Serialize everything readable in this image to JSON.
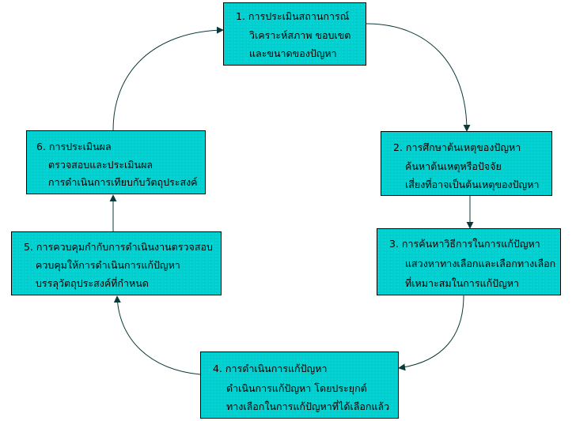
{
  "colors": {
    "box_fill": "#00cfcf",
    "box_border": "#000000",
    "arrow": "#0a3a3a"
  },
  "steps": [
    {
      "lines": [
        "1. การประเมินสถานการณ์",
        "วิเคราะห์สภาพ  ขอบเขต",
        "และขนาดของปัญหา"
      ]
    },
    {
      "lines": [
        "2. การศึกษาต้นเหตุของปัญหา",
        "ค้นหาต้นเหตุหรือปัจจัย",
        "เสี่ยงที่อาจเป็นต้นเหตุของปัญหา"
      ]
    },
    {
      "lines": [
        "3. การค้นหาวิธีการในการแก้ปัญหา",
        "แสวงหาทางเลือกและเลือกทางเลือก",
        "ที่เหมาะสมในการแก้ปัญหา"
      ]
    },
    {
      "lines": [
        "4. การดำเนินการแก้ปัญหา",
        "ดำเนินการแก้ปัญหา  โดยประยุกต์",
        "ทางเลือกในการแก้ปัญหาที่ได้เลือกแล้ว"
      ]
    },
    {
      "lines": [
        "5. การควบคุมกำกับการดำเนินงานตรวจสอบ",
        "ควบคุมให้การดำเนินการแก้ปัญหา",
        "บรรลุวัตถุประสงค์ที่กำหนด"
      ]
    },
    {
      "lines": [
        "6. การประเมินผล",
        "ตรวจสอบและประเมินผล",
        "การดำเนินการเทียบกับวัตถุประสงค์"
      ]
    }
  ]
}
